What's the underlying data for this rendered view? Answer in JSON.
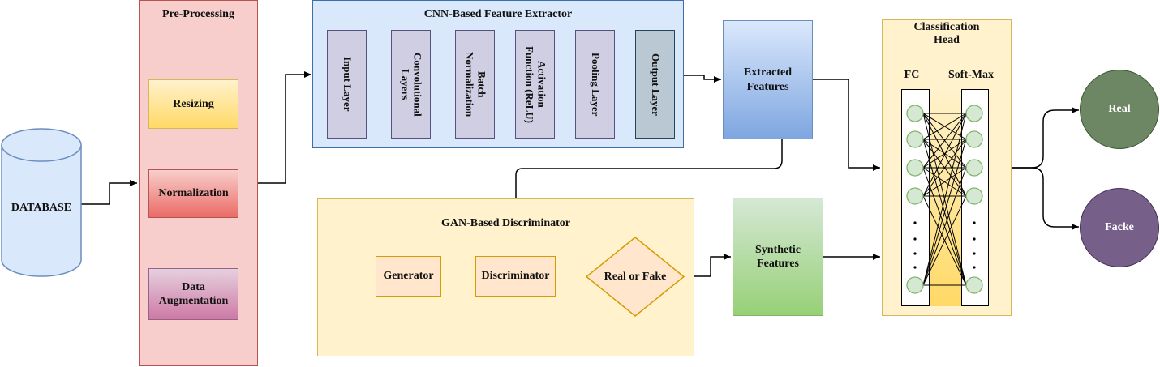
{
  "database": {
    "label": "DATABASE"
  },
  "preprocessing": {
    "title": "Pre-Processing",
    "steps": [
      "Resizing",
      "Normalization",
      "Data\nAugmentation"
    ]
  },
  "cnn": {
    "title": "CNN-Based Feature Extractor",
    "layers": [
      "Input Layer",
      "Convolutional\nLayers",
      "Batch\nNormalization",
      "Activation\nFunction (ReLU)",
      "Pooling Layer",
      "Output Layer"
    ]
  },
  "extracted": {
    "label": "Extracted\nFeatures"
  },
  "gan": {
    "title": "GAN-Based Discriminator",
    "generator": "Generator",
    "discriminator": "Discriminator",
    "decision": "Real or Fake"
  },
  "synthetic": {
    "label": "Synthetic\nFeatures"
  },
  "classification": {
    "title": "Classification\nHead",
    "fc_label": "FC",
    "softmax_label": "Soft-Max"
  },
  "outputs": {
    "real": "Real",
    "fake": "Facke"
  },
  "colors": {
    "database_fill": "#dae8fc",
    "database_stroke": "#6c8ebf",
    "preprocessing_fill": "#f8cecc",
    "preprocessing_stroke": "#b85450",
    "cnn_fill": "#dae8fc",
    "cnn_stroke": "#3b6fa8",
    "layer_fill": "#d0cee2",
    "layer_stroke": "#56517e",
    "gan_fill": "#fff2cc",
    "gan_stroke": "#d6b656",
    "node_fill": "#ffe6cc",
    "node_stroke": "#d79b00",
    "head_fill": "#fff2cc",
    "head_stroke": "#d6b656",
    "neuron_fill": "#d5e8d4",
    "neuron_stroke": "#82b366",
    "real_fill": "#6d8764",
    "fake_fill": "#76608a"
  }
}
